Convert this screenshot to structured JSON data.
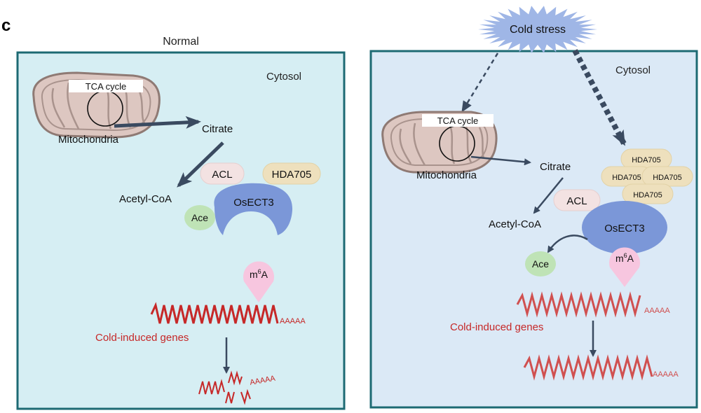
{
  "panel_letter": "c",
  "left_panel": {
    "title": "Normal",
    "compartment": "Cytosol",
    "organelle": "Mitochondria",
    "cycle": "TCA cycle",
    "metabolite": "Citrate",
    "product": "Acetyl-CoA",
    "enzyme": "ACL",
    "deacetylase": "HDA705",
    "reader": "OsECT3",
    "acetyl": "Ace",
    "mark_base": "m",
    "mark_sup": "6",
    "mark_letter": "A",
    "polya": "AAAAA",
    "polya_degraded": "AAAAA",
    "genes": "Cold-induced genes"
  },
  "right_panel": {
    "stress": "Cold stress",
    "compartment": "Cytosol",
    "organelle": "Mitochondria",
    "cycle": "TCA cycle",
    "metabolite": "Citrate",
    "product": "Acetyl-CoA",
    "enzyme": "ACL",
    "deacetylases": [
      "HDA705",
      "HDA705",
      "HDA705",
      "HDA705"
    ],
    "reader": "OsECT3",
    "acetyl": "Ace",
    "mark_base": "m",
    "mark_sup": "6",
    "mark_letter": "A",
    "polya": "AAAAA",
    "polya_stable": "AAAAA",
    "genes": "Cold-induced genes"
  },
  "colors": {
    "cell_border": "#1d6a73",
    "cell_fill_left": "#d6eef3",
    "cell_fill_right": "#dbe9f6",
    "arrow": "#3a4a60",
    "rna_left": "#c62828",
    "rna_right": "#d05050",
    "genes_text": "#c62828",
    "osect3": "#7b97d8",
    "acl": "#f3e2e2",
    "hda705": "#eee0bd",
    "ace": "#bfe3b6",
    "m6a": "#f7c6df",
    "mito_fill": "#ddc7c1",
    "mito_stroke": "#8f7a74",
    "stress_fill": "#9fb6e6"
  }
}
